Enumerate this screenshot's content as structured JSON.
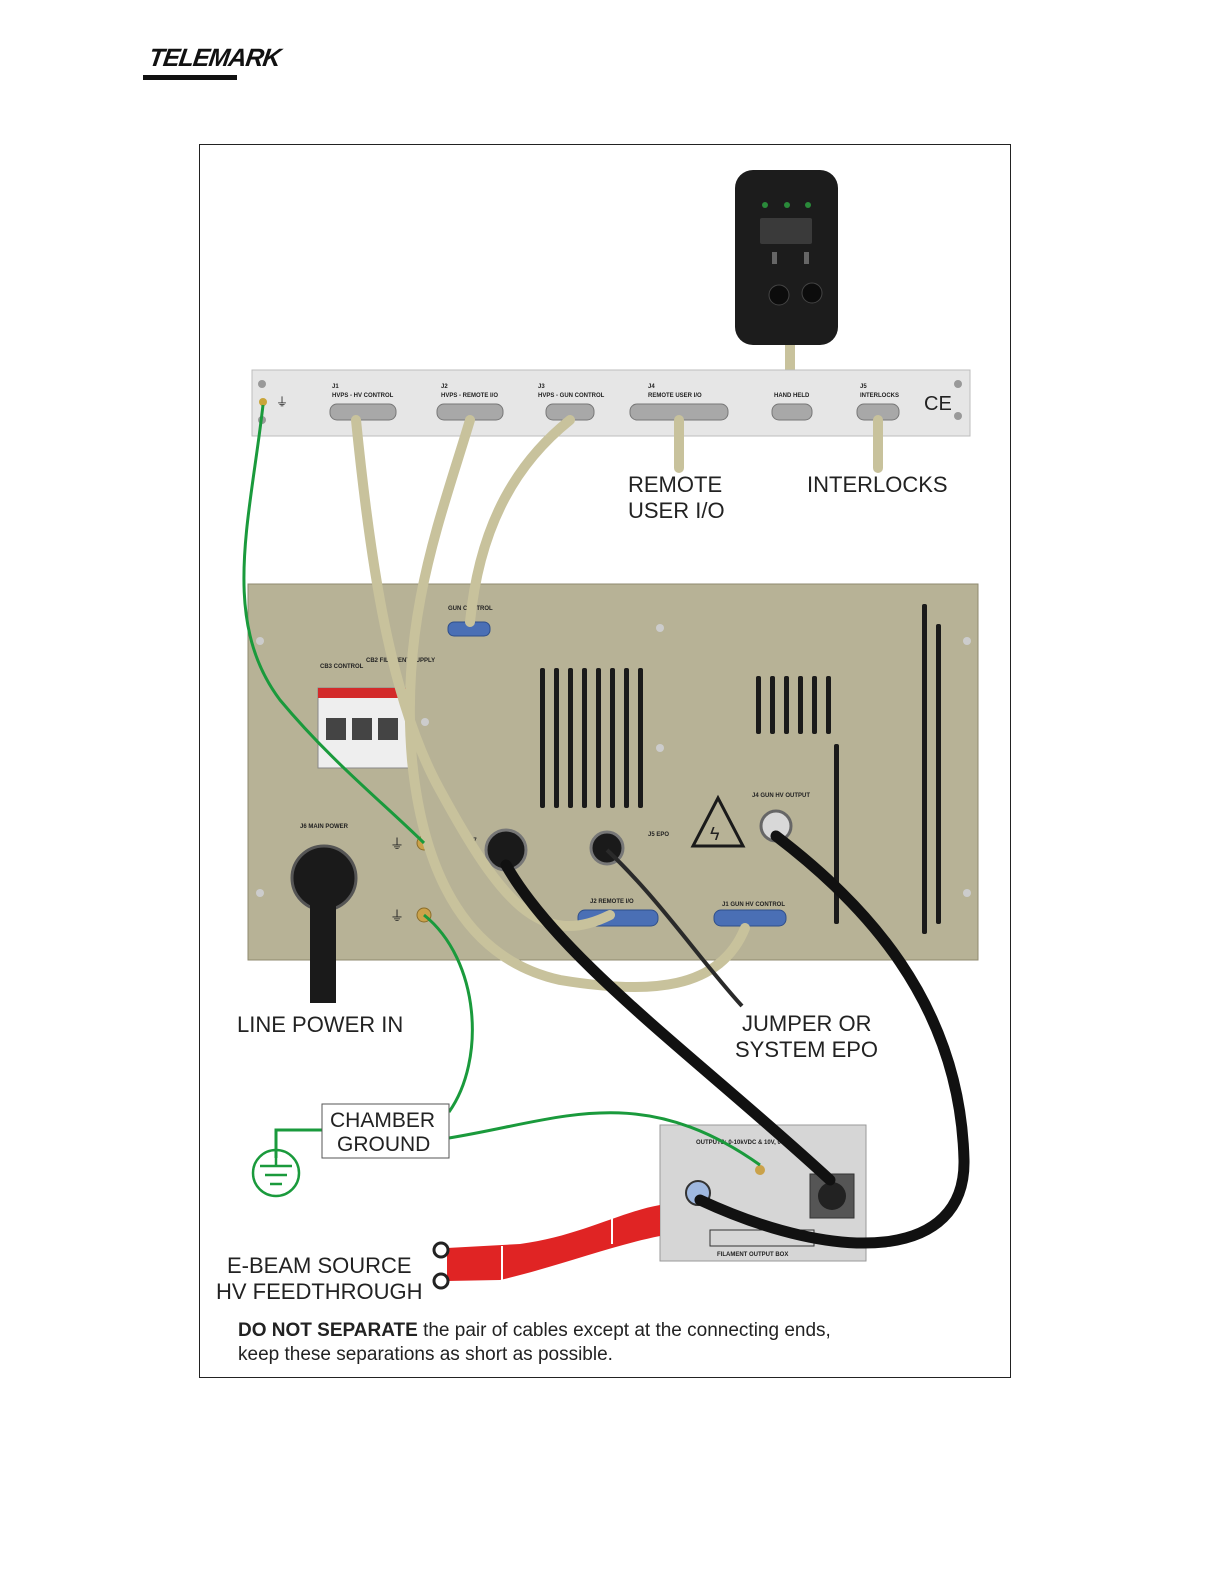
{
  "header": {
    "logo_text": "TELEMARK"
  },
  "rack_panel": {
    "connectors": [
      {
        "id": "J1",
        "label": "HVPS - HV CONTROL"
      },
      {
        "id": "J2",
        "label": "HVPS - REMOTE I/O"
      },
      {
        "id": "J3",
        "label": "HVPS - GUN CONTROL"
      },
      {
        "id": "J4",
        "label": "REMOTE USER I/O"
      },
      {
        "id": "",
        "label": "HAND HELD"
      },
      {
        "id": "J5",
        "label": "INTERLOCKS"
      }
    ],
    "ce_mark": "CE"
  },
  "power_supply": {
    "gun_control_label": "GUN CONTROL",
    "cb3_label": "CB3 CONTROL",
    "cb2_label": "CB2 FILAMENT SUPPLY",
    "j6_label": "J6 MAIN POWER",
    "j7_label": "J7",
    "j5_label": "J5 EPO",
    "j4_label": "J4 GUN HV OUTPUT",
    "j2_label": "J2 REMOTE I/O",
    "j1_label": "J1 GUN HV CONTROL"
  },
  "filament_box": {
    "top_text": "OUTPUTS: 0-10kVDC & 10V, 0-50A",
    "bottom_text": "FILAMENT OUTPUT BOX"
  },
  "callouts": {
    "remote_user_io": [
      "REMOTE",
      "USER I/O"
    ],
    "interlocks": "INTERLOCKS",
    "line_power_in": "LINE POWER IN",
    "jumper_epo": [
      "JUMPER OR",
      "SYSTEM EPO"
    ],
    "chamber_ground": [
      "CHAMBER",
      "GROUND"
    ],
    "ebeam_source": [
      "E-BEAM SOURCE",
      "HV FEEDTHROUGH"
    ]
  },
  "footer_note": {
    "bold": "DO NOT SEPARATE",
    "rest_line1": " the pair of cables except at the connecting ends,",
    "line2": "keep these separations as short as possible."
  },
  "colors": {
    "cable_beige": "#c8c29c",
    "ground_green": "#1a9a3c",
    "hv_black": "#111111",
    "feedthrough_red": "#e02424",
    "panel_khaki": "#b7b296",
    "rack_silver": "#e6e6e6"
  }
}
